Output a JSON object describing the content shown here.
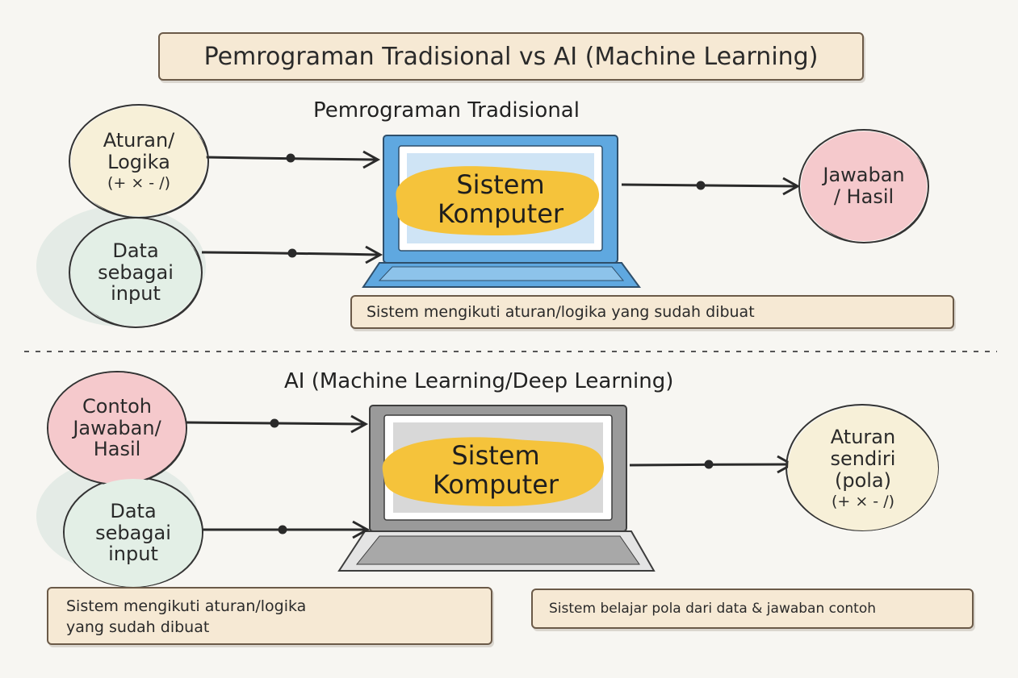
{
  "title": "Pemrograman Tradisional vs AI (Machine Learning)",
  "traditional": {
    "heading": "Pemrograman Tradisional",
    "rules": {
      "line1": "Aturan/",
      "line2": "Logika",
      "ops": "(+ × - /)"
    },
    "data_input": {
      "line1": "Data",
      "line2": "sebagai",
      "line3": "input"
    },
    "system": {
      "line1": "Sistem",
      "line2": "Komputer"
    },
    "output": {
      "line1": "Jawaban",
      "line2": "/ Hasil"
    },
    "note": "Sistem mengikuti aturan/logika yang sudah dibuat"
  },
  "ai": {
    "heading": "AI (Machine Learning/Deep Learning)",
    "examples": {
      "line1": "Contoh",
      "line2": "Jawaban/",
      "line3": "Hasil"
    },
    "data_input": {
      "line1": "Data",
      "line2": "sebagai",
      "line3": "input"
    },
    "system": {
      "line1": "Sistem",
      "line2": "Komputer"
    },
    "output": {
      "line1": "Aturan",
      "line2": "sendiri",
      "line3": "(pola)",
      "ops": "(+ × - /)"
    },
    "note_left": {
      "line1": "Sistem mengikuti aturan/logika",
      "line2": "yang sudah dibuat"
    },
    "note_right": "Sistem belajar pola dari data & jawaban contoh"
  },
  "colors": {
    "laptop_blue": "#5fa8e0",
    "laptop_gray": "#9a9a9a",
    "highlight_yellow": "#f5c33b",
    "rules_fill": "#f7f0d8",
    "data_fill": "#e3efe6",
    "answer_fill": "#f5c9cc"
  }
}
